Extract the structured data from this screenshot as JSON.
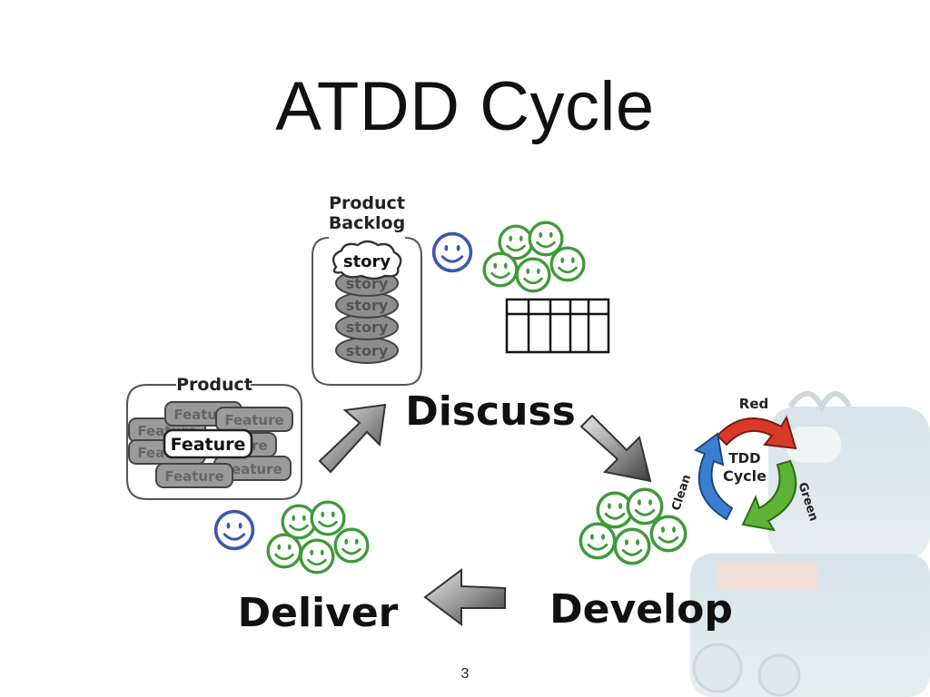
{
  "slide": {
    "title": "ATDD Cycle",
    "page_number": "3"
  },
  "diagram": {
    "backlog": {
      "title_line1": "Product",
      "title_line2": "Backlog",
      "top_story": "story",
      "stacked_story": "story"
    },
    "product": {
      "label": "Product",
      "feature": "Feature"
    },
    "stages": {
      "discuss": "Discuss",
      "develop": "Develop",
      "deliver": "Deliver"
    },
    "tdd_cycle": {
      "center_line1": "TDD",
      "center_line2": "Cycle",
      "red": "Red",
      "green": "Green",
      "clean": "Clean"
    },
    "colors": {
      "face_green": "#3f9a3a",
      "face_blue": "#3b57b0",
      "tdd_red": "#d83a2a",
      "tdd_green": "#5cb335",
      "tdd_blue": "#3b7fd0"
    }
  }
}
